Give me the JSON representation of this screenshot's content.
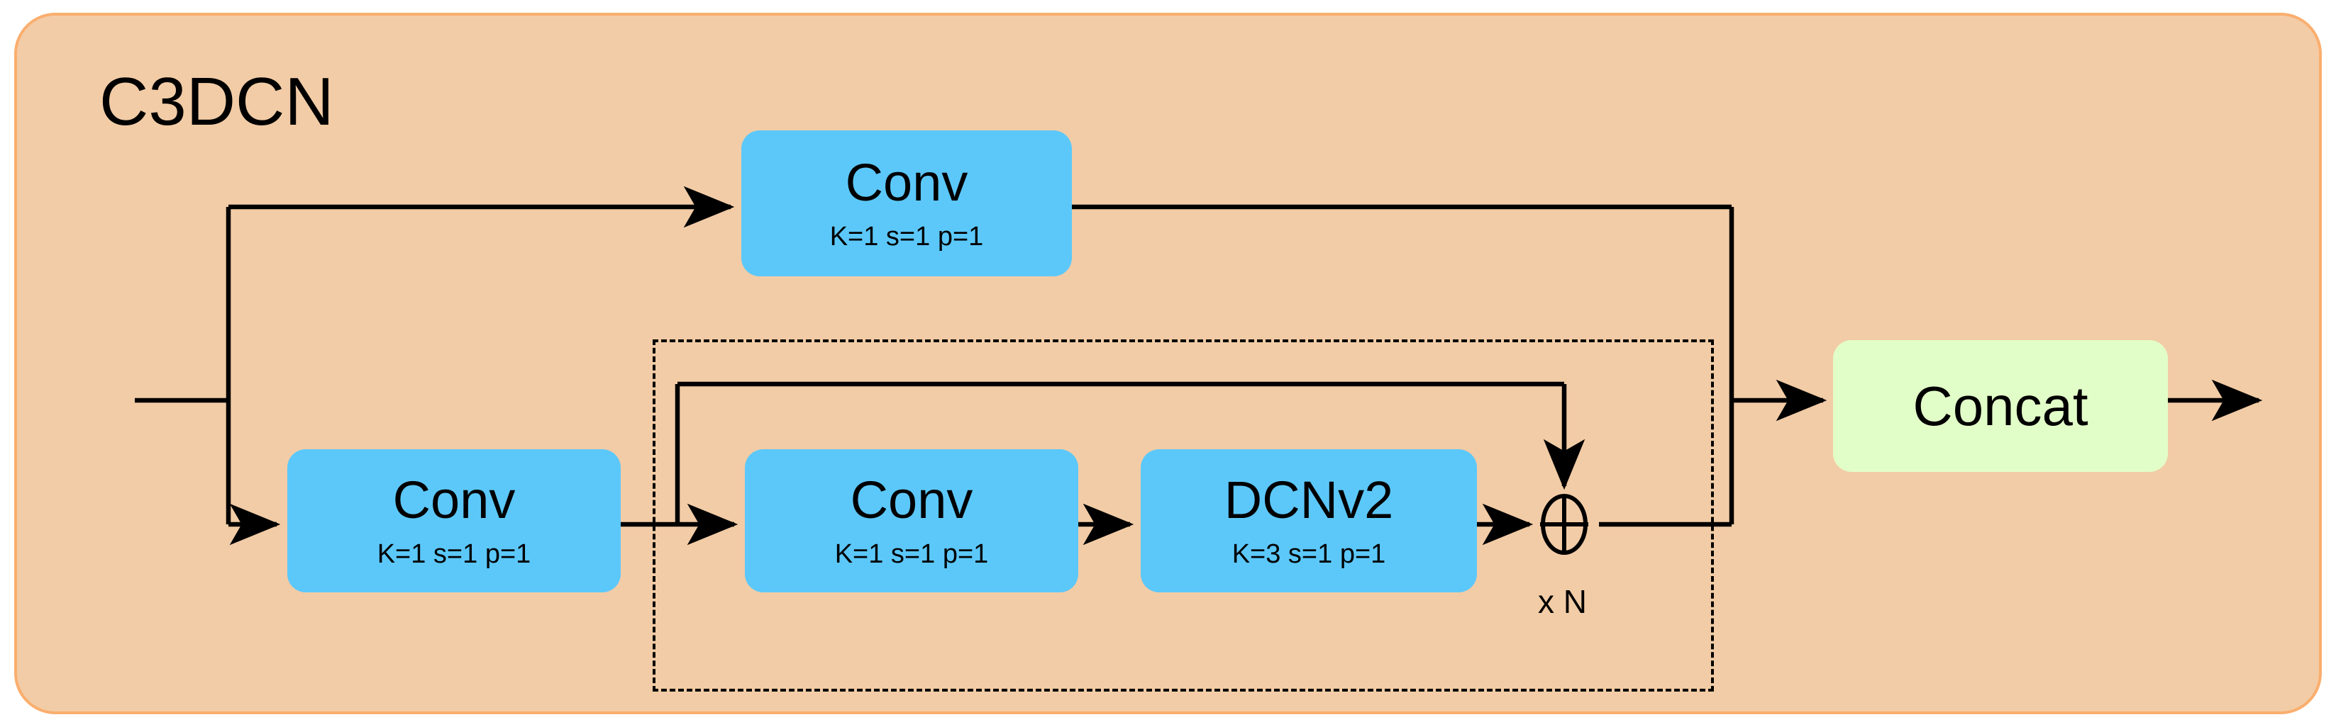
{
  "diagram": {
    "title": "C3DCN",
    "type": "neural-network-block-diagram",
    "colors": {
      "panel_background": "#F2CCA6",
      "panel_border": "#FBAE6E",
      "conv_block": "#5CC8FA",
      "concat_block": "#E2FEC8",
      "wire": "#000000",
      "text": "#000000"
    },
    "nodes": {
      "conv_top": {
        "title": "Conv",
        "params": "K=1 s=1 p=1"
      },
      "conv_left": {
        "title": "Conv",
        "params": "K=1 s=1 p=1"
      },
      "conv_inner": {
        "title": "Conv",
        "params": "K=1 s=1 p=1"
      },
      "dcnv2": {
        "title": "DCNv2",
        "params": "K=3 s=1 p=1"
      },
      "concat": {
        "title": "Concat"
      }
    },
    "group": {
      "repeat_label": "x N",
      "style": "dashed"
    },
    "operators": {
      "add": "⊕"
    }
  }
}
